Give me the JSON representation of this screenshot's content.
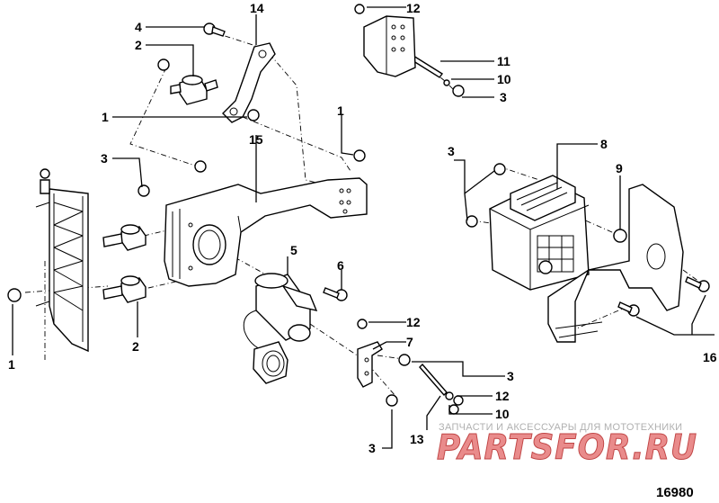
{
  "diagram": {
    "figure_number": "16980",
    "callouts": [
      {
        "id": "c14",
        "label": "14"
      },
      {
        "id": "c4",
        "label": "4"
      },
      {
        "id": "c2a",
        "label": "2"
      },
      {
        "id": "c1a",
        "label": "1"
      },
      {
        "id": "c15",
        "label": "15"
      },
      {
        "id": "c1b",
        "label": "1"
      },
      {
        "id": "c3a",
        "label": "3"
      },
      {
        "id": "c5",
        "label": "5"
      },
      {
        "id": "c6",
        "label": "6"
      },
      {
        "id": "c1c",
        "label": "1"
      },
      {
        "id": "c2b",
        "label": "2"
      },
      {
        "id": "c12a",
        "label": "12"
      },
      {
        "id": "c11",
        "label": "11"
      },
      {
        "id": "c10a",
        "label": "10"
      },
      {
        "id": "c3b",
        "label": "3"
      },
      {
        "id": "c3c",
        "label": "3"
      },
      {
        "id": "c8",
        "label": "8"
      },
      {
        "id": "c9",
        "label": "9"
      },
      {
        "id": "c16",
        "label": "16"
      },
      {
        "id": "c12b",
        "label": "12"
      },
      {
        "id": "c7",
        "label": "7"
      },
      {
        "id": "c3d",
        "label": "3"
      },
      {
        "id": "c12c",
        "label": "12"
      },
      {
        "id": "c10b",
        "label": "10"
      },
      {
        "id": "c13",
        "label": "13"
      },
      {
        "id": "c3e",
        "label": "3"
      }
    ]
  },
  "watermark": {
    "tagline": "ЗАПЧАСТИ И АКСЕССУАРЫ ДЛЯ МОТОТЕХНИКИ",
    "logo": "PARTSFOR.RU"
  }
}
